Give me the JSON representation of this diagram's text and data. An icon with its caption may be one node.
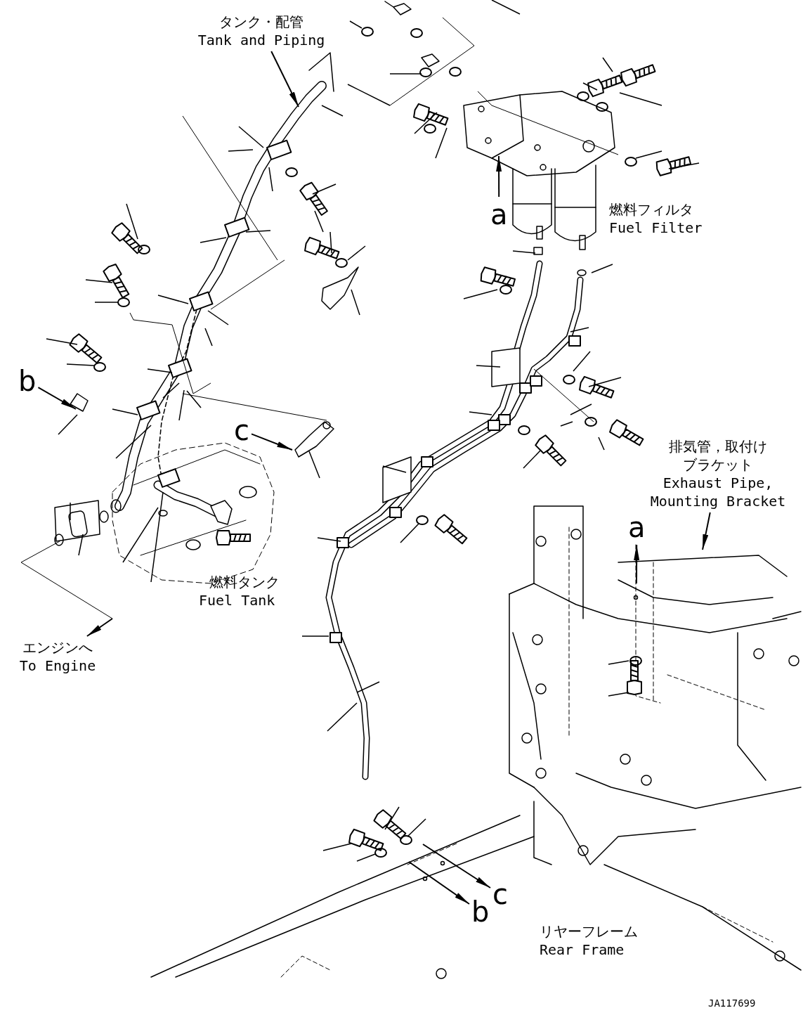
{
  "diagram": {
    "nodes": [
      {
        "text": [
          "タンク・配管",
          "Tank and Piping"
        ]
      },
      {
        "text": [
          "a"
        ]
      },
      {
        "text": [
          "b"
        ]
      },
      {
        "text": [
          "c"
        ]
      },
      {
        "text": [
          "排気管，取付けブラケット",
          "Exhaust Pipe, Mounting Bracket"
        ]
      },
      {
        "text": [
          "a"
        ]
      },
      {
        "text": [
          "b"
        ]
      },
      {
        "text": [
          "c"
        ]
      },
      {
        "text": [
          "エンジンへ",
          "To Engine"
        ]
      }
    ],
    "edges": [
      {
        "from": 0,
        "to": null,
        "arrow": "to"
      },
      {
        "from": 1,
        "to": null,
        "arrow": "to"
      },
      {
        "from": 2,
        "to": null,
        "arrow": "to"
      },
      {
        "from": 3,
        "to": null,
        "arrow": "to"
      },
      {
        "from": 4,
        "to": null,
        "arrow": "to"
      },
      {
        "from": null,
        "to": 5,
        "arrow": "to"
      },
      {
        "from": null,
        "to": 6,
        "arrow": "to"
      },
      {
        "from": null,
        "to": 7,
        "arrow": "to"
      },
      {
        "from": null,
        "to": 8,
        "arrow": "to"
      }
    ],
    "labels": [
      "燃料フィルタ",
      "Fuel Filter",
      "燃料タンク",
      "Fuel Tank",
      "リヤーフレーム",
      "Rear Frame",
      "JA117699"
    ]
  }
}
